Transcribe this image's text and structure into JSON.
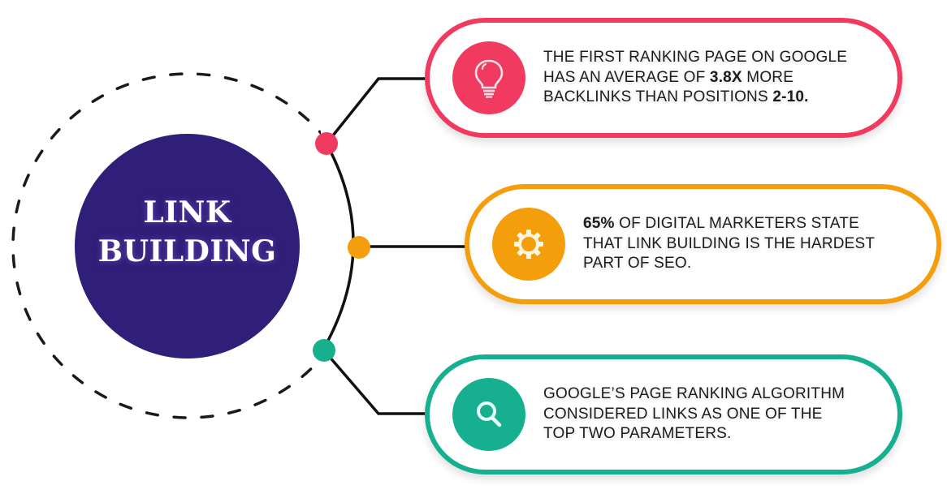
{
  "hub": {
    "title_line1": "LINK",
    "title_line2": "BUILDING",
    "color": "#2f1f78"
  },
  "facts": [
    {
      "icon": "lightbulb-icon",
      "color": "#f03a5f",
      "line1": "THE FIRST RANKING PAGE ON GOOGLE",
      "line2_pre": "HAS AN AVERAGE OF ",
      "line2_bold": "3.8X",
      "line2_post": " MORE",
      "line3_pre": "BACKLINKS THAN POSITIONS ",
      "line3_bold": "2-10."
    },
    {
      "icon": "gear-icon",
      "color": "#f59e0b",
      "line1_bold": "65%",
      "line1_post": " OF DIGITAL MARKETERS STATE",
      "line2": "THAT LINK BUILDING IS THE HARDEST",
      "line3": "PART OF SEO."
    },
    {
      "icon": "search-icon",
      "color": "#16b091",
      "line1": "GOOGLE’S PAGE RANKING ALGORITHM",
      "line2": "CONSIDERED LINKS AS ONE OF THE",
      "line3": "TOP TWO PARAMETERS."
    }
  ]
}
